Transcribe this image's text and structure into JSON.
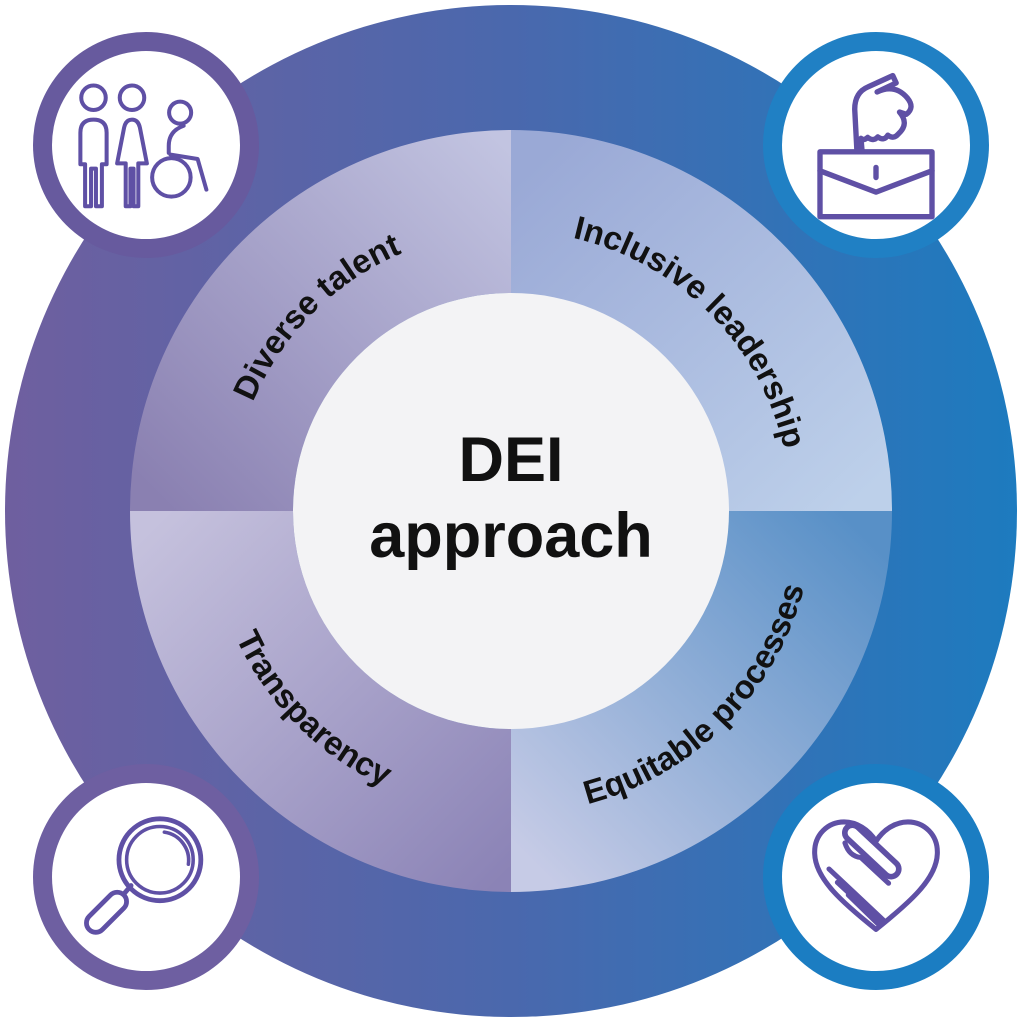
{
  "diagram": {
    "title_line1": "DEI",
    "title_line2": "approach",
    "segments": [
      {
        "label": "Diverse talent",
        "position": "top-left",
        "icon": "diverse-people-icon"
      },
      {
        "label": "Inclusive leadership",
        "position": "top-right",
        "icon": "hand-briefcase-icon"
      },
      {
        "label": "Equitable processes",
        "position": "bottom-right",
        "icon": "heart-hand-icon"
      },
      {
        "label": "Transparency",
        "position": "bottom-left",
        "icon": "magnifying-glass-icon"
      }
    ]
  },
  "colors": {
    "outer_ring_left": "#6f5f9f",
    "outer_ring_mid": "#4a68ad",
    "outer_ring_right": "#1d7bbf",
    "segment_tl_start": "#8a80b1",
    "segment_tl_end": "#c2c4e1",
    "segment_tr_start": "#9aa9d6",
    "segment_tr_end": "#bdd0ea",
    "segment_br_start": "#5890c7",
    "segment_br_end": "#c6cbe6",
    "segment_bl_start": "#c5c1dd",
    "segment_bl_end": "#8b83b6",
    "ring_top_left": "#675a9e",
    "ring_top_right": "#2080c4",
    "ring_bottom_left": "#6e5fa1",
    "ring_bottom_right": "#1b7dc2",
    "icon_stroke": "#5f50a5",
    "center_fill": "#f3f3f5",
    "label_color": "#111111"
  }
}
